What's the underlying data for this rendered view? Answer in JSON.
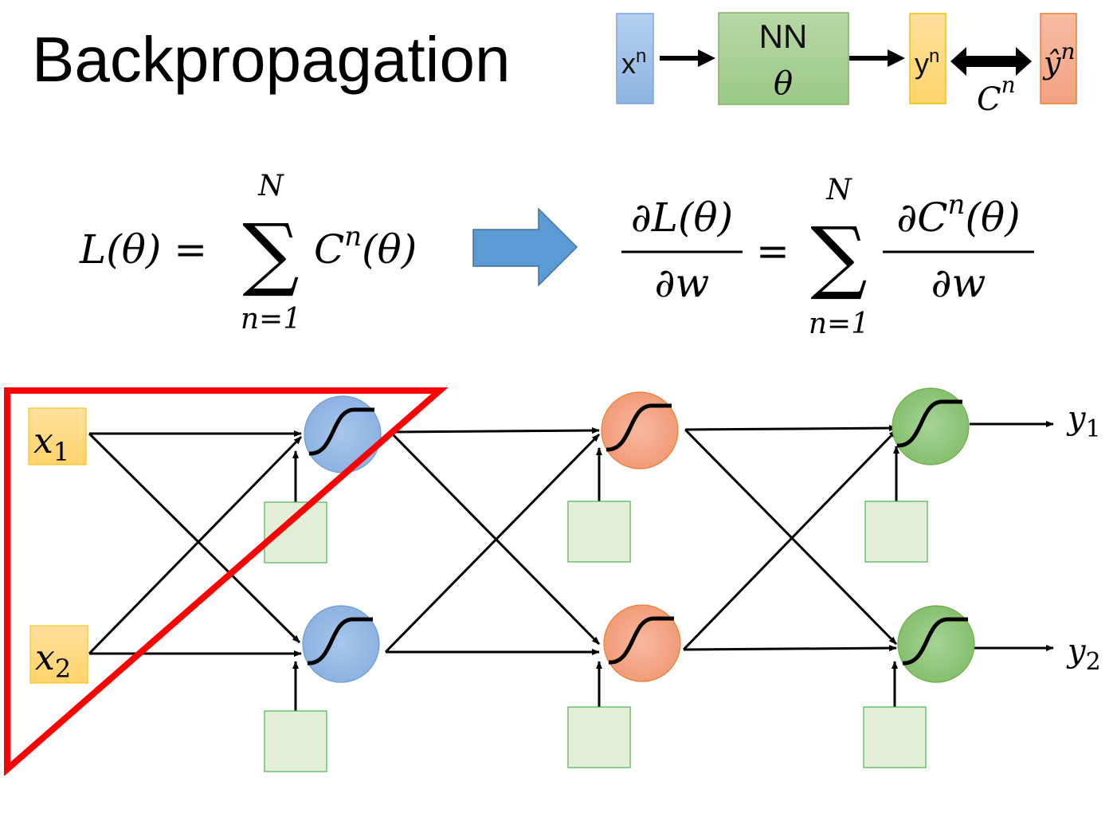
{
  "title": "Backpropagation",
  "pipeline": {
    "input_label": "x",
    "input_sup": "n",
    "nn_label": "NN",
    "nn_param": "θ",
    "output_label": "y",
    "output_sup": "n",
    "target_label": "ŷ",
    "target_sup": "n",
    "cost_label": "C",
    "cost_sup": "n",
    "colors": {
      "input": "#9dc3e6",
      "nn": "#a9d18e",
      "output": "#ffd966",
      "target": "#f4b183"
    }
  },
  "equations": {
    "loss_lhs": "L(θ) =",
    "sum_upper": "N",
    "sum_symbol": "∑",
    "sum_lower": "n=1",
    "cost_term": "C",
    "cost_sup": "n",
    "cost_arg": "(θ)",
    "grad_num": "∂L(θ)",
    "grad_den": "∂w",
    "equals": "=",
    "grad_sum_upper": "N",
    "grad_sum_lower": "n=1",
    "grad_term_num_pre": "∂C",
    "grad_term_num_sup": "n",
    "grad_term_num_post": "(θ)",
    "grad_term_den": "∂w",
    "arrow_color": "#5b9bd5"
  },
  "network": {
    "inputs": [
      {
        "label": "x",
        "sub": "1"
      },
      {
        "label": "x",
        "sub": "2"
      }
    ],
    "outputs": [
      {
        "label": "y",
        "sub": "1"
      },
      {
        "label": "y",
        "sub": "2"
      }
    ],
    "layer_colors": [
      "#8fb4e3",
      "#f4a582",
      "#8cc47a"
    ],
    "activation": "sigmoid",
    "highlight_color": "#ff0000"
  }
}
